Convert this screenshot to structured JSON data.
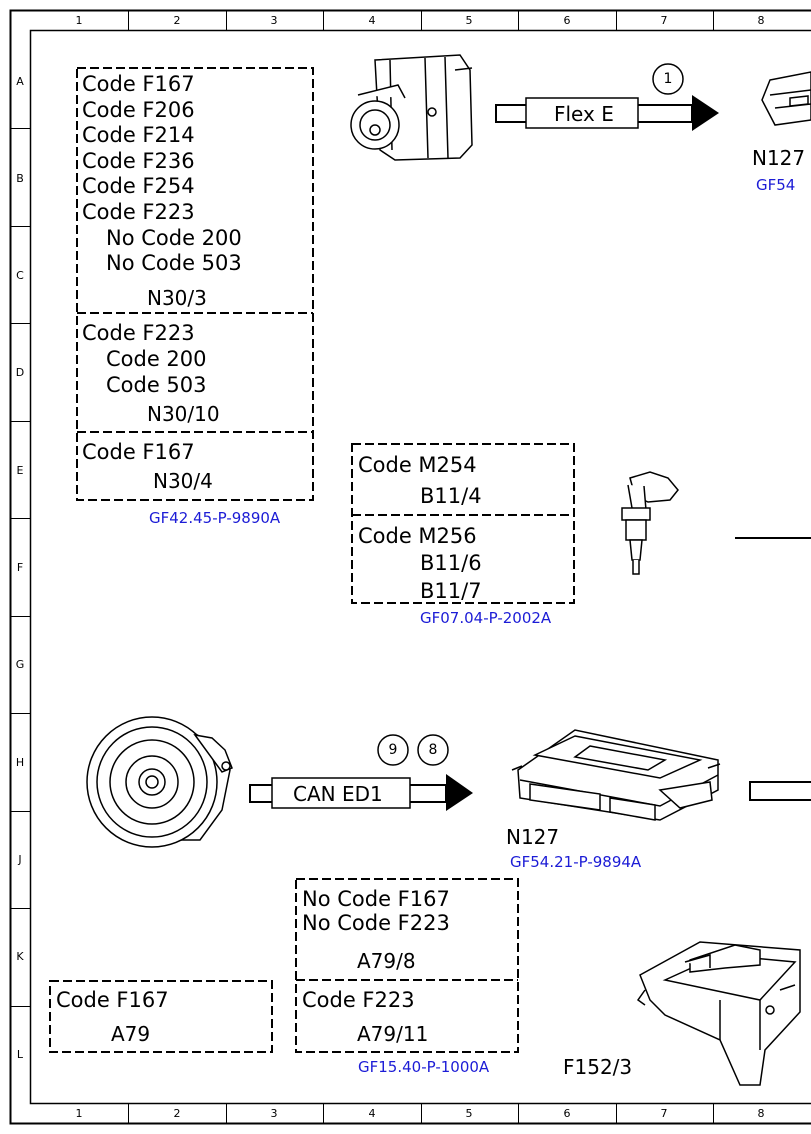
{
  "grid": {
    "columns": [
      "1",
      "2",
      "3",
      "4",
      "5",
      "6",
      "7",
      "8"
    ],
    "rows": [
      "A",
      "B",
      "C",
      "D",
      "E",
      "F",
      "G",
      "H",
      "J",
      "K",
      "L"
    ]
  },
  "top_group": {
    "n30_3": {
      "codes": [
        "Code F167",
        "Code F206",
        "Code F214",
        "Code F236",
        "Code F254",
        "Code F223"
      ],
      "sub_codes": [
        "No Code 200",
        "No Code 503"
      ],
      "component": "N30/3"
    },
    "n30_10": {
      "code": "Code F223",
      "sub_codes": [
        "Code 200",
        "Code 503"
      ],
      "component": "N30/10"
    },
    "n30_4": {
      "code": "Code F167",
      "component": "N30/4"
    },
    "reference": "GF42.45-P-9890A"
  },
  "flex_e": {
    "label": "Flex E",
    "badge": "1",
    "target": "N127",
    "target_ref": "GF54"
  },
  "sensor_group": {
    "m254": {
      "code": "Code M254",
      "component": "B11/4"
    },
    "m256": {
      "code": "Code M256",
      "components": [
        "B11/6",
        "B11/7"
      ]
    },
    "reference": "GF07.04-P-2002A"
  },
  "can_ed1": {
    "label": "CAN ED1",
    "badges": [
      "9",
      "8"
    ]
  },
  "n127": {
    "component": "N127",
    "reference": "GF54.21-P-9894A"
  },
  "a79_group": {
    "a79_8": {
      "codes": [
        "No Code F167",
        "No Code F223"
      ],
      "component": "A79/8"
    },
    "a79_11": {
      "code": "Code F223",
      "component": "A79/11"
    },
    "a79": {
      "code": "Code F167",
      "component": "A79"
    },
    "reference": "GF15.40-P-1000A"
  },
  "f152_3": {
    "component": "F152/3"
  }
}
